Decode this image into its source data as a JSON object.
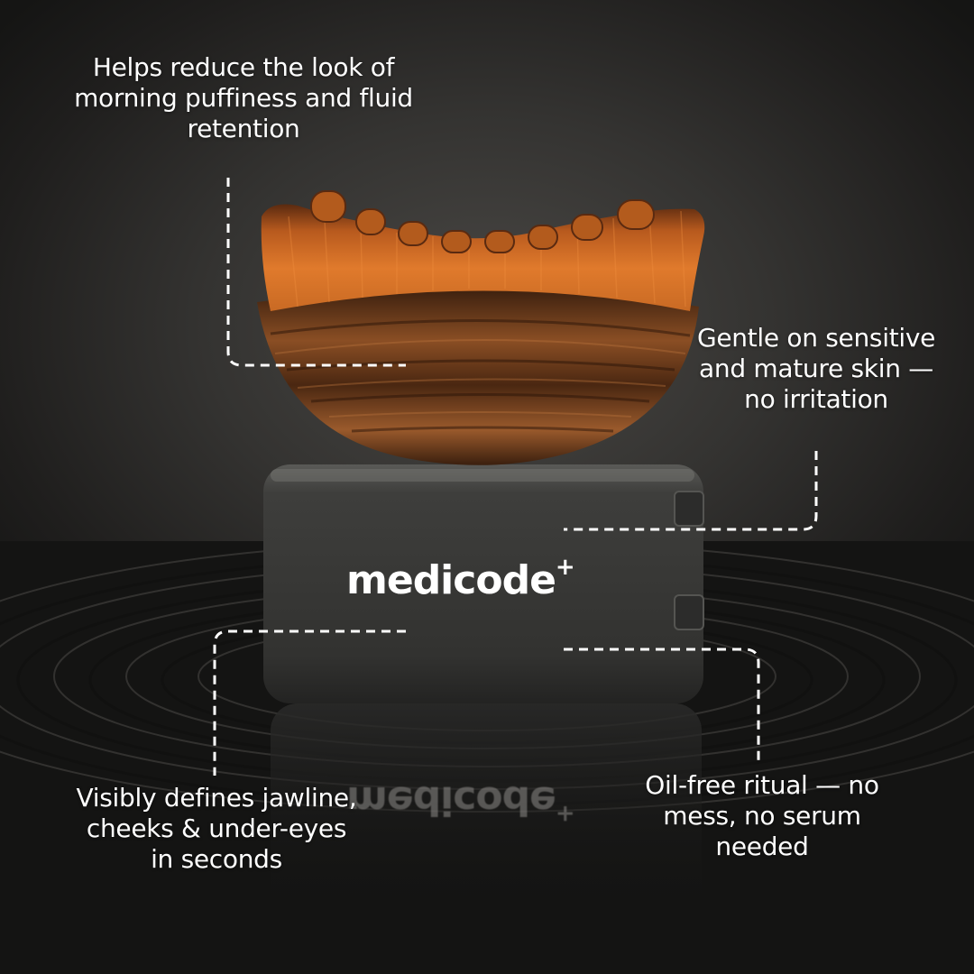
{
  "callouts": {
    "puffiness": "Helps reduce the look of morning puffiness and fluid retention",
    "gentle": "Gentle on sensitive and mature skin — no irritation",
    "oil_free": "Oil-free ritual — no mess, no serum needed",
    "defines": "Visibly defines jawline, cheeks & under-eyes in seconds"
  },
  "product": {
    "brand_name": "medicode",
    "brand_mark": "+"
  },
  "colors": {
    "text": "#ffffff",
    "bristles": "#c8631f",
    "wood": "#6b3c1d",
    "case": "#3a3a38"
  }
}
